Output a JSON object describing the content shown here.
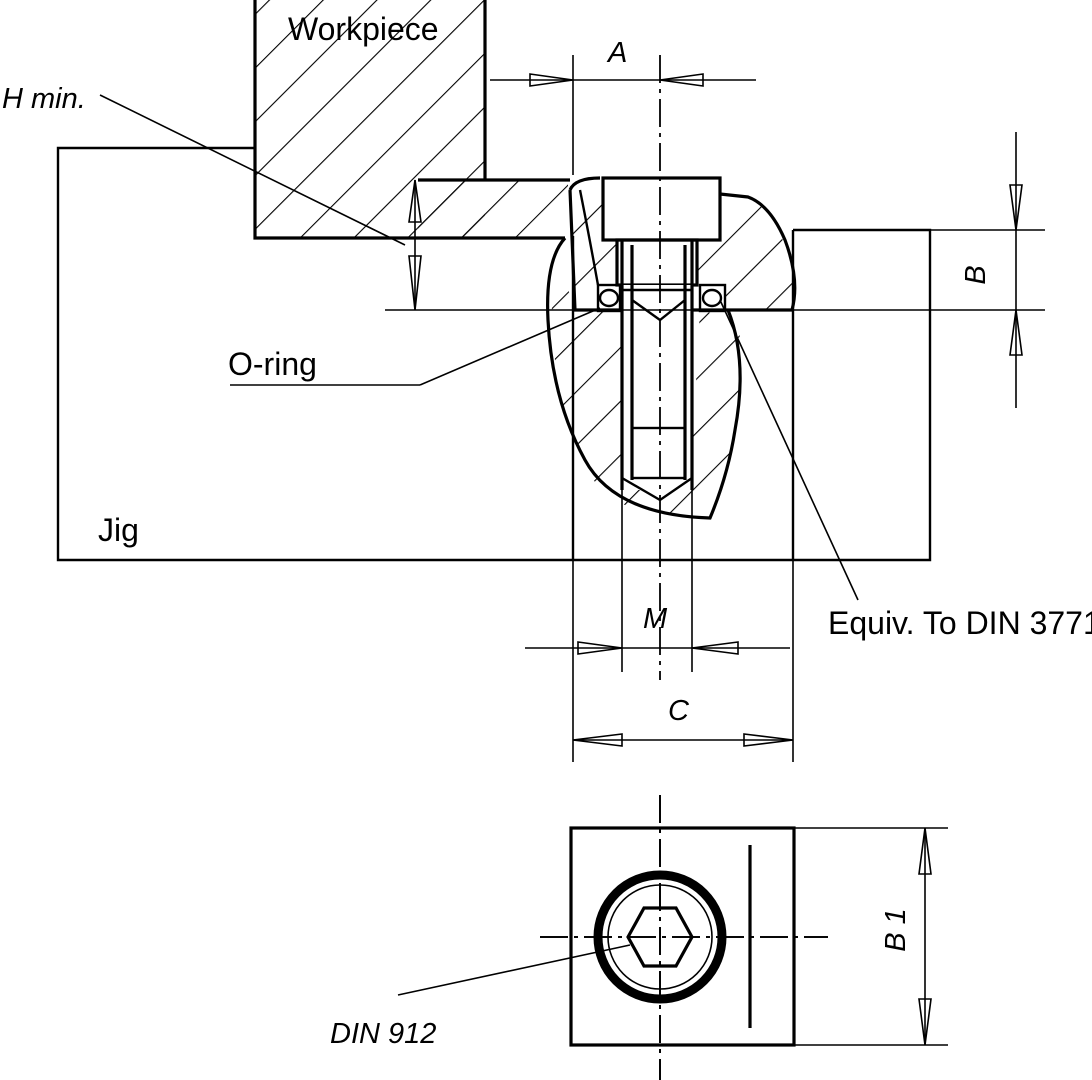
{
  "diagram": {
    "labels": {
      "workpiece": "Workpiece",
      "h_min": "H min.",
      "o_ring": "O-ring",
      "jig": "Jig",
      "din_3771": "Equiv. To DIN 3771",
      "din_912": "DIN 912"
    },
    "dimensions": {
      "a": "A",
      "b": "B",
      "m": "M",
      "c": "C",
      "b1": "B 1"
    },
    "colors": {
      "line": "#000000",
      "background": "#ffffff"
    }
  }
}
